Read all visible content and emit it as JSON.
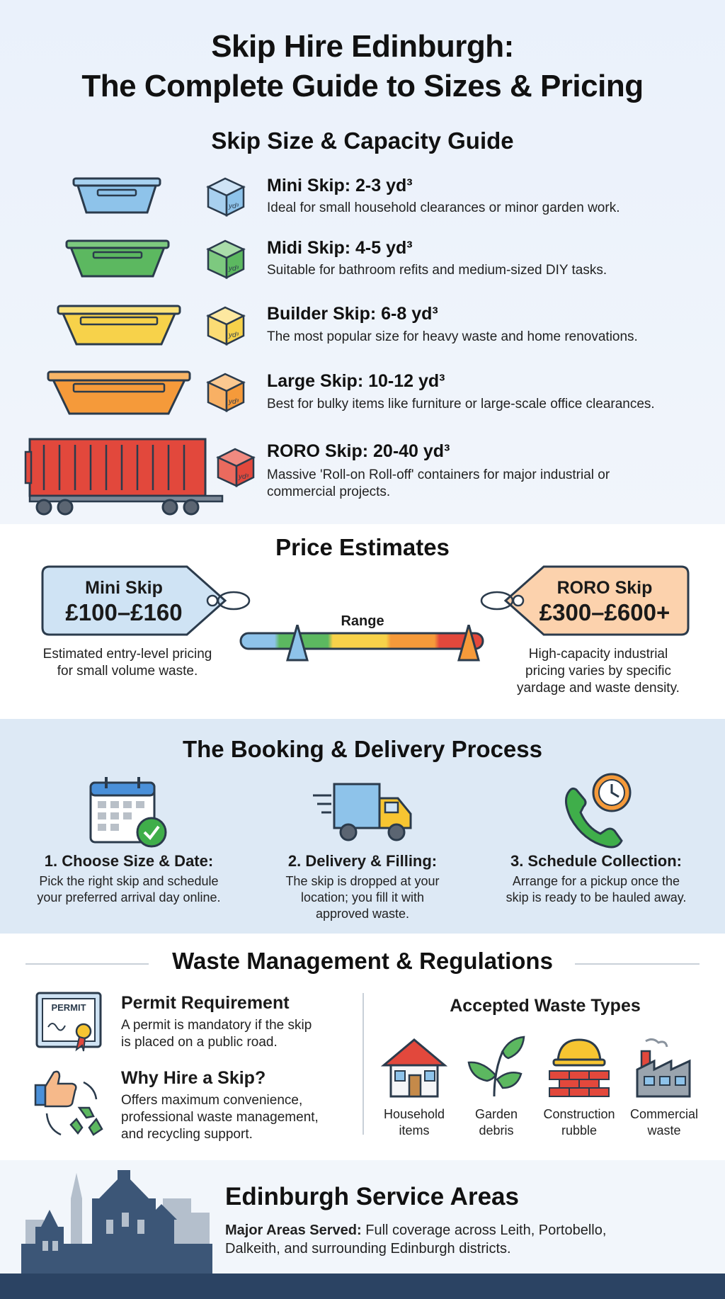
{
  "title_line1": "Skip Hire Edinburgh:",
  "title_line2": "The Complete Guide to Sizes & Pricing",
  "sizes": {
    "heading": "Skip Size & Capacity Guide",
    "cube_label": "yd³",
    "items": [
      {
        "name": "Mini Skip: 2-3 yd³",
        "desc": "Ideal for small household clearances or minor garden work.",
        "color": "#8ec3ea"
      },
      {
        "name": "Midi Skip: 4-5 yd³",
        "desc": "Suitable for bathroom refits and medium-sized DIY tasks.",
        "color": "#5cb860"
      },
      {
        "name": "Builder Skip: 6-8 yd³",
        "desc": "The most popular size for heavy waste and home renovations.",
        "color": "#f7d24a"
      },
      {
        "name": "Large Skip: 10-12 yd³",
        "desc": "Best for bulky items like furniture or large-scale office clearances.",
        "color": "#f59a3a"
      },
      {
        "name": "RORO Skip: 20-40 yd³",
        "desc_line1": "Massive 'Roll-on Roll-off' containers for major industrial or",
        "desc_line2": "commercial projects.",
        "color": "#e2483c"
      }
    ]
  },
  "price": {
    "heading": "Price Estimates",
    "range_label": "Range",
    "min": {
      "name": "Mini Skip",
      "price": "£100–£160",
      "note_line1": "Estimated entry-level pricing",
      "note_line2": "for small volume waste."
    },
    "max": {
      "name": "RORO Skip",
      "price": "£300–£600+",
      "note_line1": "High-capacity industrial",
      "note_line2": "pricing varies by specific",
      "note_line3": "yardage and waste density."
    }
  },
  "booking": {
    "heading": "The Booking & Delivery Process",
    "steps": [
      {
        "title": "1. Choose Size & Date:",
        "l1": "Pick the right skip and schedule",
        "l2": "your preferred arrival day online.",
        "l3": ""
      },
      {
        "title": "2. Delivery & Filling:",
        "l1": "The skip is dropped at your",
        "l2": "location; you fill it with",
        "l3": "approved waste."
      },
      {
        "title": "3. Schedule Collection:",
        "l1": "Arrange for a pickup once the",
        "l2": "skip is ready to be hauled away.",
        "l3": ""
      }
    ]
  },
  "waste": {
    "heading": "Waste Management & Regulations",
    "permit_badge": "PERMIT",
    "permit": {
      "title": "Permit Requirement",
      "l1": "A permit is mandatory if the skip",
      "l2": "is placed on a public road."
    },
    "why": {
      "title": "Why Hire a Skip?",
      "l1": "Offers maximum convenience,",
      "l2": "professional waste management,",
      "l3": "and recycling support."
    },
    "accepted_heading": "Accepted Waste Types",
    "types": [
      {
        "l1": "Household",
        "l2": "items"
      },
      {
        "l1": "Garden",
        "l2": "debris"
      },
      {
        "l1": "Construction",
        "l2": "rubble"
      },
      {
        "l1": "Commercial",
        "l2": "waste"
      }
    ]
  },
  "areas": {
    "heading": "Edinburgh Service Areas",
    "label": "Major Areas Served:",
    "l1": " Full coverage across Leith, Portobello,",
    "l2": "Dalkeith, and surrounding Edinburgh districts."
  }
}
